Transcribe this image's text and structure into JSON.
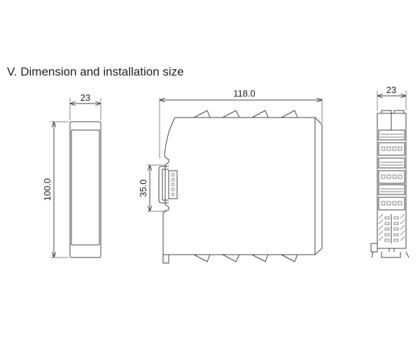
{
  "title": "V. Dimension and installation size",
  "front_view": {
    "width_label": "23",
    "height_label": "100.0"
  },
  "side_view": {
    "length_label": "118.0",
    "rail_label": "35.0"
  },
  "end_view": {
    "width_label": "23"
  }
}
